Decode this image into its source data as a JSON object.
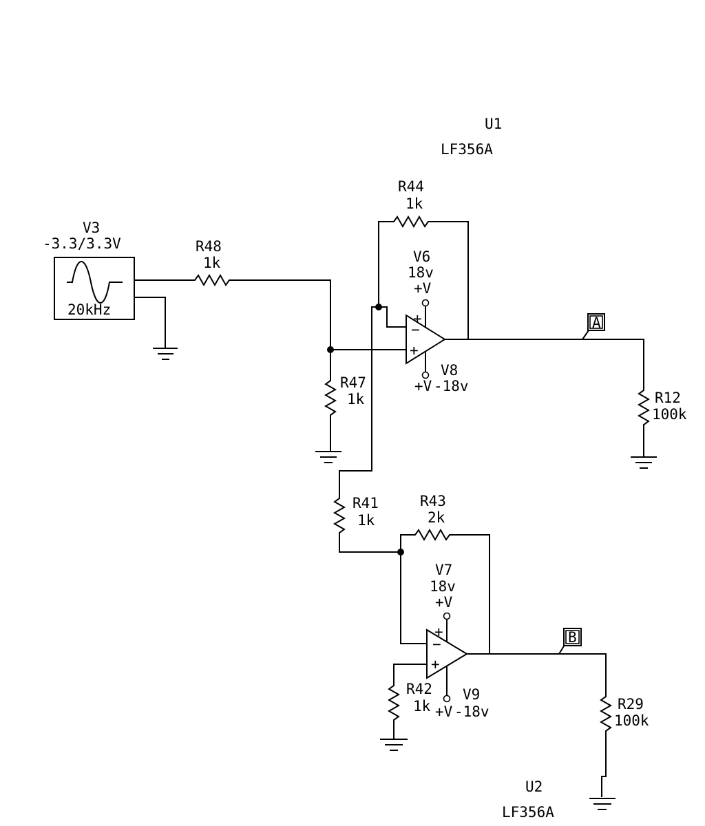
{
  "opamps": {
    "u1": {
      "ref": "U1",
      "part": "LF356A"
    },
    "u2": {
      "ref": "U2",
      "part": "LF356A"
    }
  },
  "source": {
    "ref": "V3",
    "value": "-3.3/3.3V",
    "freq": "20kHz"
  },
  "resistors": {
    "r44": {
      "ref": "R44",
      "value": "1k"
    },
    "r48": {
      "ref": "R48",
      "value": "1k"
    },
    "r47": {
      "ref": "R47",
      "value": "1k"
    },
    "r12": {
      "ref": "R12",
      "value": "100k"
    },
    "r41": {
      "ref": "R41",
      "value": "1k"
    },
    "r43": {
      "ref": "R43",
      "value": "2k"
    },
    "r42": {
      "ref": "R42",
      "value": "1k"
    },
    "r29": {
      "ref": "R29",
      "value": "100k"
    }
  },
  "supplies": {
    "v6": {
      "ref": "V6",
      "value": "18v",
      "label": "+V"
    },
    "v8": {
      "ref": "V8",
      "value": "-18v",
      "label": "+V"
    },
    "v7": {
      "ref": "V7",
      "value": "18v",
      "label": "+V"
    },
    "v9": {
      "ref": "V9",
      "value": "-18v",
      "label": "+V"
    }
  },
  "probes": {
    "a": "A",
    "b": "B"
  },
  "pins": {
    "minus": "−",
    "plus": "+"
  }
}
